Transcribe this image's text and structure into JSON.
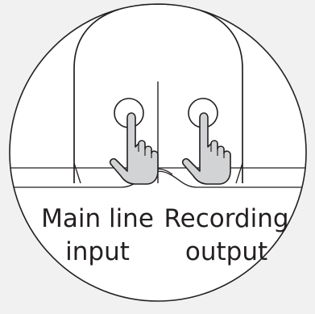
{
  "labels": {
    "main_line_input": {
      "line1": "Main line",
      "line2": "input"
    },
    "recording_output": {
      "line1": "Recording",
      "line2": "output"
    }
  },
  "icons": {
    "left_hand": "pointing-hand-icon",
    "right_hand": "pointing-hand-icon",
    "left_button": "round-button-icon",
    "right_button": "round-button-icon"
  },
  "colors": {
    "background": "#f1f1f2",
    "stroke": "#231f20",
    "hand_fill": "#d1d3d4",
    "circle_fill": "#ffffff"
  }
}
